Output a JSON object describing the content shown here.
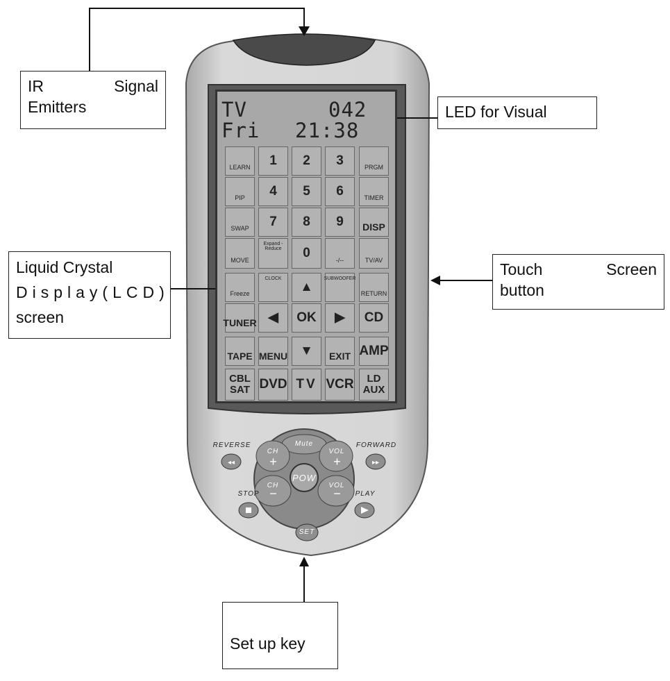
{
  "callouts": {
    "ir": {
      "line1_a": "IR",
      "line1_b": "Signal",
      "line2": "Emitters"
    },
    "led": "LED for Visual",
    "touch": {
      "line1_a": "Touch",
      "line1_b": "Screen",
      "line2": "button"
    },
    "lcd": {
      "line1": "Liquid Crystal",
      "line2": "Display(LCD)",
      "line3": "screen"
    },
    "setup": "Set up key"
  },
  "screen": {
    "line1_left": "TV",
    "line1_right": "042",
    "line2_left": "Fri",
    "line2_right": "21:38"
  },
  "keypad": [
    [
      "LEARN",
      "1",
      "2",
      "3",
      "PRGM"
    ],
    [
      "PIP",
      "4",
      "5",
      "6",
      "TIMER"
    ],
    [
      "SWAP",
      "7",
      "8",
      "9",
      "DISP"
    ],
    [
      "MOVE",
      "Expand -Reduce",
      "0",
      "-/--",
      "TV/AV"
    ],
    [
      "Freeze",
      "CLOCK",
      "▲",
      "SUBWOOFER",
      "RETURN"
    ],
    [
      "TUNER",
      "◀",
      "OK",
      "▶",
      "CD"
    ],
    [
      "TAPE",
      "MENU",
      "▼",
      "EXIT",
      "AMP"
    ],
    [
      "CBL SAT",
      "DVD",
      "TV",
      "VCR",
      "LD AUX"
    ]
  ],
  "buttons": {
    "reverse": "REVERSE",
    "forward": "FORWARD",
    "stop": "STOP",
    "play": "PLAY",
    "mute": "Mute",
    "ch_up": "CH",
    "ch_down": "CH",
    "vol_up": "VOL",
    "vol_down": "VOL",
    "power": "POW",
    "set": "SET"
  }
}
